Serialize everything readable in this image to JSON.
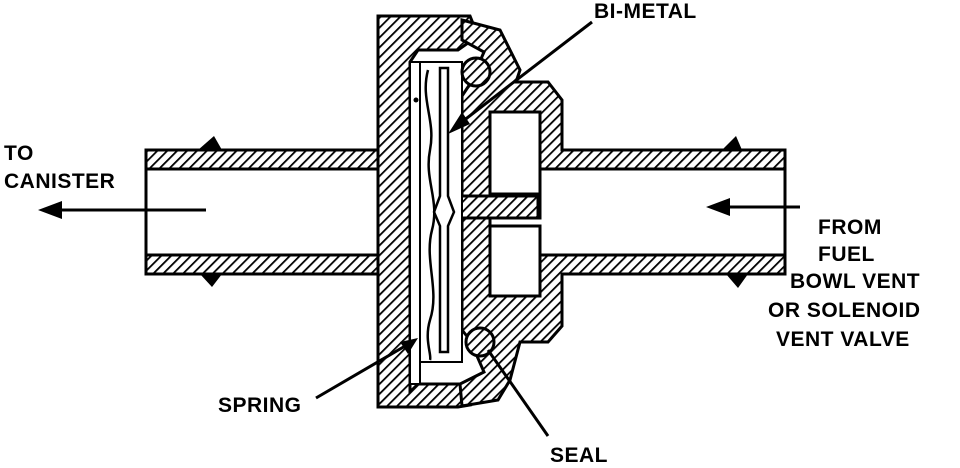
{
  "labels": {
    "to_canister": [
      "TO",
      "CANISTER"
    ],
    "from_source": [
      "FROM",
      "FUEL",
      "BOWL  VENT",
      "OR SOLENOID",
      "VENT VALVE"
    ],
    "bi_metal": "BI-METAL",
    "spring": "SPRING",
    "seal": "SEAL"
  },
  "colors": {
    "ink": "#000000",
    "paper": "#ffffff"
  },
  "icons": {
    "outflow": "arrow-left-icon",
    "inflow": "arrow-left-icon"
  }
}
